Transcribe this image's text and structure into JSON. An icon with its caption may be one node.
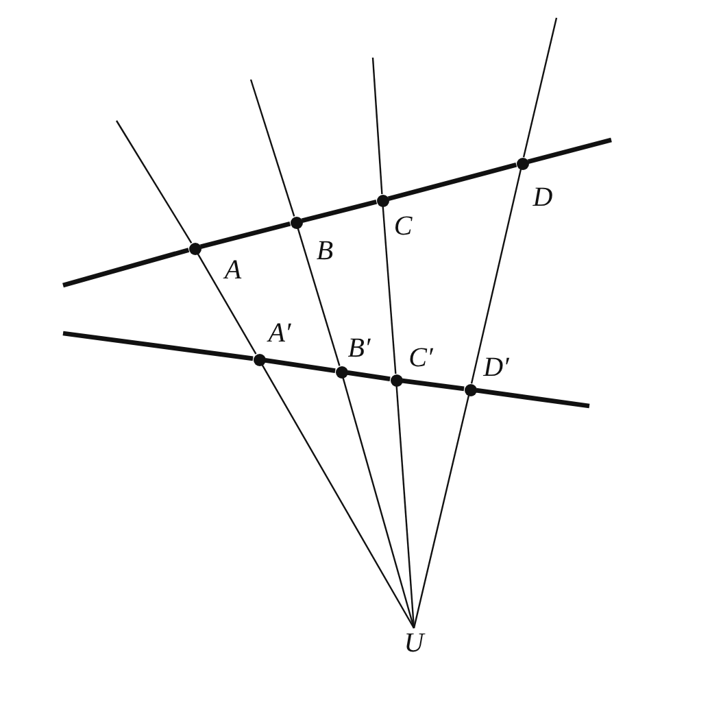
{
  "diagram": {
    "nodes": [
      {
        "text": [
          "U"
        ]
      },
      {
        "text": [
          "A′"
        ]
      },
      {
        "text": [
          "B′"
        ]
      },
      {
        "text": [
          "C′"
        ]
      },
      {
        "text": [
          "D′"
        ]
      },
      {
        "text": [
          "A"
        ]
      },
      {
        "text": [
          "B"
        ]
      },
      {
        "text": [
          "C"
        ]
      },
      {
        "text": [
          "D"
        ]
      }
    ],
    "edges": [
      {
        "from": 0,
        "to": 1,
        "arrow": "none"
      },
      {
        "from": 1,
        "to": 5,
        "arrow": "none"
      },
      {
        "from": 5,
        "to": null,
        "arrow": "none"
      },
      {
        "from": 0,
        "to": 2,
        "arrow": "none"
      },
      {
        "from": 2,
        "to": 6,
        "arrow": "none"
      },
      {
        "from": 6,
        "to": null,
        "arrow": "none"
      },
      {
        "from": 0,
        "to": 3,
        "arrow": "none"
      },
      {
        "from": 3,
        "to": 7,
        "arrow": "none"
      },
      {
        "from": 7,
        "to": null,
        "arrow": "none"
      },
      {
        "from": 0,
        "to": 4,
        "arrow": "none"
      },
      {
        "from": 4,
        "to": 8,
        "arrow": "none"
      },
      {
        "from": 8,
        "to": null,
        "arrow": "none"
      },
      {
        "from": null,
        "to": 5,
        "arrow": "none",
        "style": "thick"
      },
      {
        "from": 5,
        "to": 6,
        "arrow": "none",
        "style": "thick"
      },
      {
        "from": 6,
        "to": 7,
        "arrow": "none",
        "style": "thick"
      },
      {
        "from": 7,
        "to": 8,
        "arrow": "none",
        "style": "thick"
      },
      {
        "from": 8,
        "to": null,
        "arrow": "none",
        "style": "thick"
      },
      {
        "from": null,
        "to": 1,
        "arrow": "none",
        "style": "thick"
      },
      {
        "from": 1,
        "to": 2,
        "arrow": "none",
        "style": "thick"
      },
      {
        "from": 2,
        "to": 3,
        "arrow": "none",
        "style": "thick"
      },
      {
        "from": 3,
        "to": 4,
        "arrow": "none",
        "style": "thick"
      },
      {
        "from": 4,
        "to": null,
        "arrow": "none",
        "style": "thick"
      }
    ]
  }
}
